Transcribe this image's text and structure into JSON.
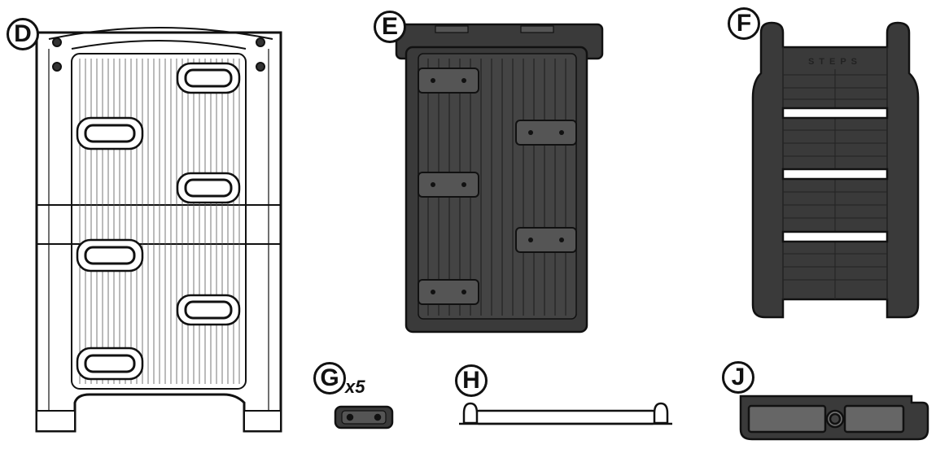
{
  "parts": [
    {
      "id": "part-d",
      "label": "D"
    },
    {
      "id": "part-e",
      "label": "E"
    },
    {
      "id": "part-f",
      "label": "F",
      "embossed_text": "STEPS"
    },
    {
      "id": "part-g",
      "label": "G",
      "quantity": "x5"
    },
    {
      "id": "part-h",
      "label": "H"
    },
    {
      "id": "part-j",
      "label": "J"
    }
  ],
  "colors": {
    "outline": "#111111",
    "dark_part_fill": "#3a3a3a",
    "light_part_fill": "#ffffff"
  }
}
